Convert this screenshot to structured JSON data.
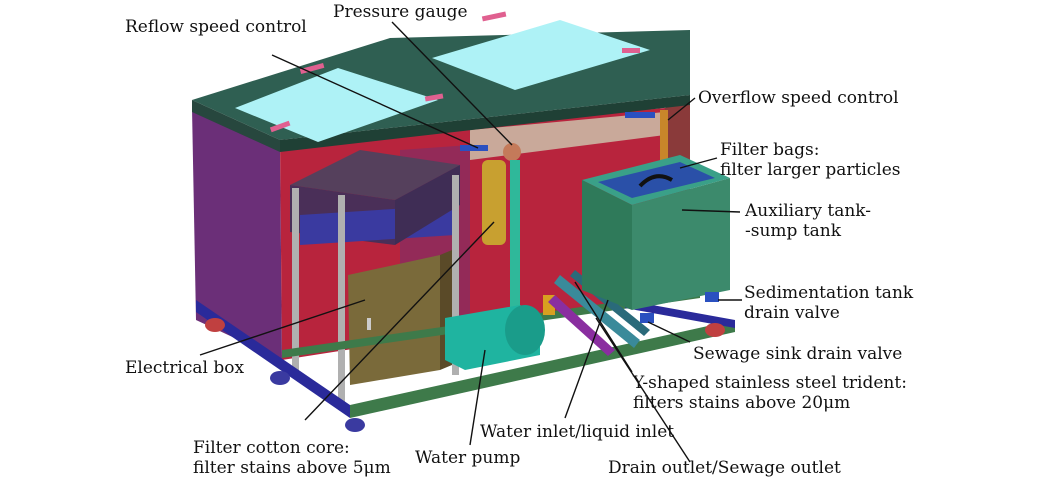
{
  "labels": {
    "reflow_speed_control": "Reflow speed control",
    "pressure_gauge": "Pressure gauge",
    "overflow_speed_control": "Overflow speed control",
    "filter_bags": {
      "line1": "Filter bags:",
      "line2": "filter larger particles"
    },
    "auxiliary_tank": {
      "line1": "Auxiliary tank-",
      "line2": "-sump tank"
    },
    "sedimentation_tank": {
      "line1": "Sedimentation tank",
      "line2": "drain valve"
    },
    "sewage_sink_drain_valve": "Sewage sink drain valve",
    "y_shaped_trident": {
      "line1": "Y-shaped stainless steel trident:",
      "line2": "filters stains above 20μm"
    },
    "electrical_box": "Electrical box",
    "filter_cotton_core": {
      "line1": "Filter cotton core:",
      "line2": "filter stains above 5μm"
    },
    "water_inlet": "Water inlet/liquid inlet",
    "water_pump": "Water pump",
    "drain_outlet": "Drain outlet/Sewage outlet"
  },
  "colors": {
    "lid_top": "#2f5f52",
    "lid_panel": "#aef2f6",
    "tank_side_purple": "#6a2f7a",
    "tank_side_red": "#c0243f",
    "control_box": "#55405c",
    "electrical_box": "#7a6a3a",
    "blue_band": "#3a3aa0",
    "frame_green": "#3e7a4a",
    "frame_blue": "#2a2a9a",
    "pump": "#1fb4a0",
    "auxiliary_tank": "#3c8a6c",
    "pipe_orange": "#c8862a",
    "leader_line": "#111111"
  }
}
